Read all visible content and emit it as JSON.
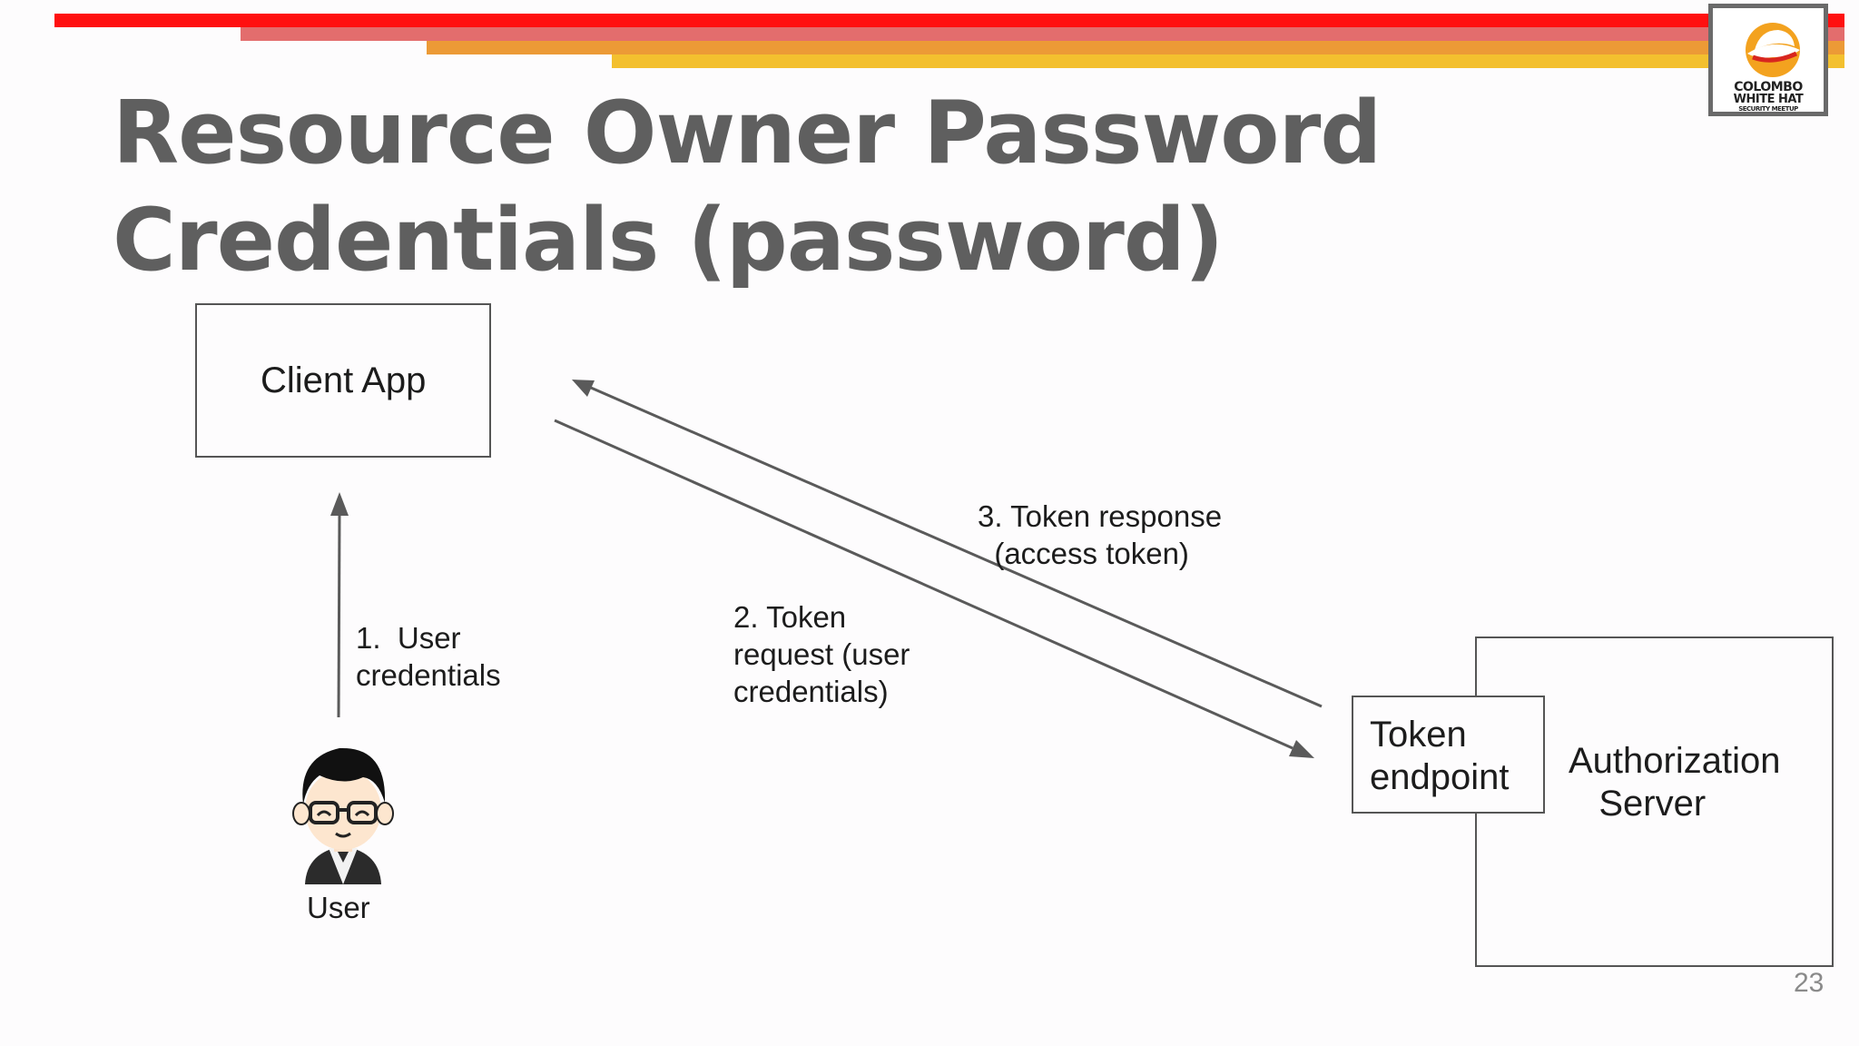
{
  "slide": {
    "title": "Resource Owner Password Credentials (password)",
    "page_number": "23"
  },
  "logo": {
    "line1": "COLOMBO",
    "line2": "WHITE HAT",
    "line3": "SECURITY MEETUP"
  },
  "diagram": {
    "client_app": "Client App",
    "user": "User",
    "token_endpoint": "Token\nendpoint",
    "authorization_server": "Authorization\n   Server",
    "step1": "1.  User\ncredentials",
    "step2": "2. Token\nrequest (user\ncredentials)",
    "step3": "3. Token response\n  (access token)"
  },
  "colors": {
    "stripe_red": "#ff1010",
    "stripe_salmon": "#e36d6d",
    "stripe_orange": "#ec9a36",
    "stripe_yellow": "#f3c02f",
    "title_gray": "#5f5f5f",
    "arrow_gray": "#5a5a5a"
  }
}
